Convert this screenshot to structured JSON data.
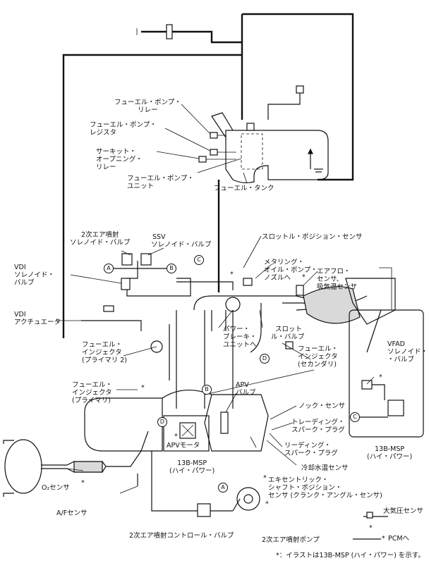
{
  "labels": {
    "fuel_pump_relay": [
      "フューエル・ポンプ・",
      "リレー"
    ],
    "fuel_pump_resistor": [
      "フューエル・ポンプ・",
      "レジスタ"
    ],
    "circuit_opening_relay": [
      "サーキット・",
      "オープニング・",
      "リレー"
    ],
    "fuel_pump_unit": [
      "フューエル・ポンプ・",
      "ユニット"
    ],
    "fuel_tank": "フューエル・タンク",
    "secondary_air_solenoid": [
      "2次エア噴射",
      "ソレノイド・バルブ"
    ],
    "ssv_solenoid": [
      "SSV",
      "ソレノイド・バルブ"
    ],
    "vdi_solenoid": [
      "VDI",
      "ソレノイド・",
      "バルブ"
    ],
    "vdi_actuator": [
      "VDI",
      "アクチュエータ"
    ],
    "throttle_position_sensor": "スロットル・ポジション・センサ",
    "metering_oil_pump": [
      "メタリング・",
      "オイル・ポンプ・",
      "ノズルへ"
    ],
    "airflow_sensor": [
      "エアフロ・",
      "センサ、",
      "吸気温センサ"
    ],
    "power_brake_unit": [
      "パワー・",
      "ブレーキ・",
      "ユニットへ"
    ],
    "throttle_valve": [
      "スロット",
      "ル・バルブ"
    ],
    "fuel_injector_primary2": [
      "フューエル・",
      "インジェクタ",
      "(プライマリ 2)"
    ],
    "fuel_injector_secondary": [
      "フューエル・",
      "インジェクタ",
      "(セカンダリ)"
    ],
    "fuel_injector_primary": [
      "フューエル・",
      "インジェクタ",
      "(プライマリ)"
    ],
    "apv_valve": [
      "APV",
      "バルブ"
    ],
    "apv_motor": "APVモータ",
    "knock_sensor": "ノック・センサ",
    "trailing_spark_plug": [
      "トレーディング・",
      "スパーク・プラグ"
    ],
    "leading_spark_plug": [
      "リーディング・",
      "スパーク・プラグ"
    ],
    "coolant_temp_sensor": "冷却水温センサ",
    "eccentric_shaft_sensor": [
      "エキセントリック・",
      "シャフト・ポジション・",
      "センサ (クランク・アングル・センサ)"
    ],
    "msp_left": [
      "13B-MSP",
      "(ハイ・パワー)"
    ],
    "msp_right": [
      "13B-MSP",
      "(ハイ・パワー)"
    ],
    "vfad_solenoid": [
      "VFAD",
      "ソレノイド・",
      "・バルブ"
    ],
    "o2_sensor": "O₂センサ",
    "af_sensor": "A/Fセンサ",
    "secondary_air_control_valve": "2次エア噴射コントロール・バルブ",
    "secondary_air_pump": "2次エア噴射ポンプ",
    "atmos_pressure_sensor": "大気圧センサ",
    "pcm": "PCMへ",
    "footnote": "*：イラストは13B-MSP (ハイ・パワー) を示す。",
    "asterisk": "*"
  },
  "markers": {
    "A": "A",
    "B": "B",
    "C": "C",
    "D": "D"
  }
}
